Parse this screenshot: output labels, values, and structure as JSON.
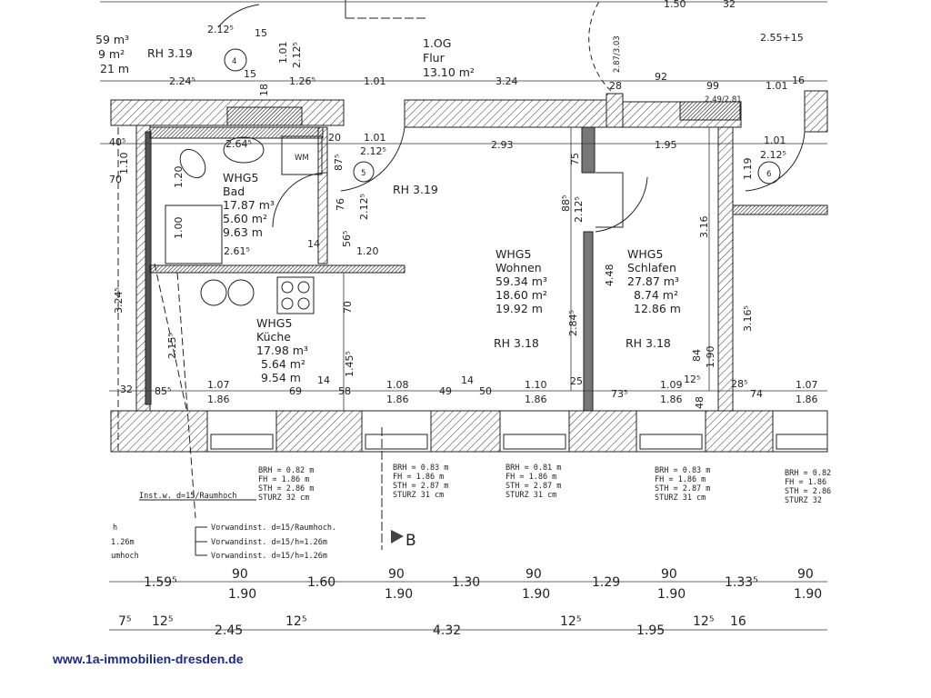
{
  "rooms": {
    "bad": {
      "unit": "WHG5",
      "name": "Bad",
      "volume": "17.87 m³",
      "area": "5.60 m²",
      "perimeter": "9.63 m"
    },
    "kueche": {
      "unit": "WHG5",
      "name": "Küche",
      "volume": "17.98 m³",
      "area": "5.64 m²",
      "perimeter": "9.54 m"
    },
    "wohnen": {
      "unit": "WHG5",
      "name": "Wohnen",
      "volume": "59.34 m³",
      "area": "18.60 m²",
      "perimeter": "19.92 m"
    },
    "schlafen": {
      "unit": "WHG5",
      "name": "Schlafen",
      "volume": "27.87 m³",
      "area": "8.74 m²",
      "perimeter": "12.86 m"
    },
    "flur": {
      "unit": "1.OG",
      "name": "Flur",
      "area": "13.10 m²"
    },
    "partial_left": {
      "volume": "59 m³",
      "area": "9 m²",
      "perimeter": "21 m"
    }
  },
  "room_heights": [
    "RH 3.19",
    "RH 3.19",
    "RH 3.18",
    "RH 3.18"
  ],
  "fixtures": {
    "washer": "WM",
    "marker_4": "4",
    "marker_5": "5",
    "marker_6": "6"
  },
  "top_dims": [
    "2.12⁵",
    "15",
    "1.01",
    "2.12⁵",
    "2.24⁵",
    "15",
    "1.26⁵",
    "1.01",
    "3.24",
    "28",
    "92",
    "99",
    "1.01",
    "16",
    "2.55+15",
    "1.50",
    "32",
    "2.87/3.03",
    "2.49/2.81",
    "18",
    "1.01",
    "2.12⁵",
    "2.93",
    "1.95",
    "1.01",
    "2.12⁵",
    "2.64⁵",
    "40⁵",
    "1.10",
    "70",
    "1.20",
    "1.00",
    "2.61⁵",
    "14",
    "56⁵",
    "1.20",
    "20",
    "87⁵",
    "76",
    "2.12⁵",
    "75",
    "88⁵",
    "2.12⁵",
    "4.48",
    "2.84⁵",
    "3.16",
    "3.16⁵",
    "1.90",
    "84",
    "1.19",
    "1.45⁵",
    "70",
    "2.15⁵",
    "3.24⁵"
  ],
  "window_dims": [
    "1.07",
    "1.86",
    "69",
    "14",
    "58",
    "1.08",
    "1.86",
    "49",
    "14",
    "50",
    "1.10",
    "1.86",
    "25",
    "73⁵",
    "1.09",
    "1.86",
    "12⁵",
    "48",
    "28⁵",
    "74",
    "1.07",
    "1.86",
    "32",
    "85⁵"
  ],
  "windows": [
    {
      "brh": "BRH = 0.82 m",
      "fh": "FH  = 1.86 m",
      "sth": "STH = 2.86 m",
      "sturz": "STURZ  32 cm"
    },
    {
      "brh": "BRH = 0.83 m",
      "fh": "FH  = 1.86 m",
      "sth": "STH = 2.87 m",
      "sturz": "STURZ  31 cm"
    },
    {
      "brh": "BRH = 0.81 m",
      "fh": "FH  = 1.86 m",
      "sth": "STH = 2.87 m",
      "sturz": "STURZ  31 cm"
    },
    {
      "brh": "BRH = 0.83 m",
      "fh": "FH  = 1.86 m",
      "sth": "STH = 2.87 m",
      "sturz": "STURZ  31 cm"
    },
    {
      "brh": "BRH = 0.82",
      "fh": "FH  = 1.86",
      "sth": "STH = 2.86",
      "sturz": "STURZ  32"
    }
  ],
  "notes": {
    "inst": "Inst.w. d=15/Raumhoch",
    "vorwand": [
      "Vorwandinst. d=15/Raumhoch.",
      "Vorwandinst. d=15/h=1.26m",
      "Vorwandinst. d=15/h=1.26m"
    ],
    "partial": [
      "h",
      "1.26m",
      "umhoch"
    ],
    "section": "B"
  },
  "bottom_row1": [
    "1.59⁵",
    "90",
    "1.90",
    "1.60",
    "90",
    "1.90",
    "1.30",
    "90",
    "1.90",
    "1.29",
    "90",
    "1.90",
    "1.33⁵",
    "90",
    "1.90"
  ],
  "bottom_row2": [
    "7⁵",
    "12⁵",
    "2.45",
    "12⁵",
    "4.32",
    "12⁵",
    "1.95",
    "12⁵",
    "16"
  ],
  "footer": "www.1a-immobilien-dresden.de"
}
